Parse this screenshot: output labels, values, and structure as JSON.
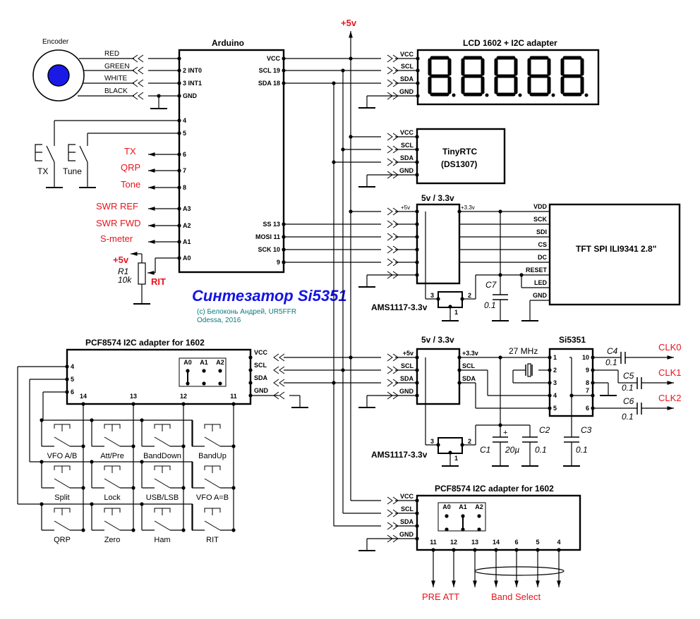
{
  "schematic_title": "Синтезатор Si5351",
  "credit": {
    "line1": "(c) Белоконь Андрей, UR5FFR",
    "line2": "Odessa, 2016"
  },
  "power_rail": "+5v",
  "encoder": {
    "title": "Encoder",
    "wires": [
      "RED",
      "GREEN",
      "WHITE",
      "BLACK"
    ]
  },
  "arduino": {
    "title": "Arduino",
    "left_pins": [
      "2 INT0",
      "3 INT1",
      "GND",
      "4",
      "5",
      "6",
      "7",
      "8",
      "A3",
      "A2",
      "A1",
      "A0"
    ],
    "right_pins": [
      "VCC",
      "SCL 19",
      "SDA 18",
      "SS 13",
      "MOSI 11",
      "SCK 10",
      "9"
    ]
  },
  "buttons": {
    "tx": "TX",
    "tune": "Tune"
  },
  "outputs": {
    "tx": "TX",
    "qrp": "QRP",
    "tone": "Tone",
    "swr_ref": "SWR REF",
    "swr_fwd": "SWR FWD",
    "smeter": "S-meter"
  },
  "rit_pot": {
    "supply": "+5v",
    "ref": "R1",
    "value": "10k",
    "label": "RIT"
  },
  "lcd": {
    "title": "LCD 1602 + I2C adapter",
    "pins": [
      "VCC",
      "SCL",
      "SDA",
      "GND"
    ],
    "digits": 5
  },
  "rtc": {
    "line1": "TinyRTC",
    "line2": "(DS1307)",
    "pins": [
      "VCC",
      "SCL",
      "SDA",
      "GND"
    ]
  },
  "level_shifter_1": {
    "title": "5v / 3.3v",
    "in_label": "+5v",
    "out_label": "+3.3v",
    "regulator": "AMS1117-3.3v",
    "reg_pins": [
      "3",
      "2",
      "1"
    ]
  },
  "tft": {
    "title": "TFT SPI ILI9341 2.8\"",
    "pins": [
      "VDD",
      "SCK",
      "SDI",
      "CS",
      "DC",
      "RESET",
      "LED",
      "GND"
    ]
  },
  "c7": {
    "ref": "C7",
    "value": "0.1"
  },
  "level_shifter_2": {
    "title": "5v / 3.3v",
    "in_pins": [
      "+5v",
      "SCL",
      "SDA",
      "GND"
    ],
    "out_pins": [
      "+3.3v",
      "SCL",
      "SDA"
    ],
    "regulator": "AMS1117-3.3v",
    "reg_pins": [
      "3",
      "2",
      "1"
    ]
  },
  "si5351": {
    "title": "Si5351",
    "crystal": "27 MHz",
    "left_pins": [
      "1",
      "2",
      "3",
      "4",
      "5"
    ],
    "right_pins": [
      "10",
      "9",
      "8",
      "7",
      "6"
    ],
    "outputs": [
      "CLK0",
      "CLK1",
      "CLK2"
    ]
  },
  "caps": [
    {
      "ref": "C1",
      "value": "20µ"
    },
    {
      "ref": "C2",
      "value": "0.1"
    },
    {
      "ref": "C3",
      "value": "0.1"
    },
    {
      "ref": "C4",
      "value": "0.1"
    },
    {
      "ref": "C5",
      "value": "0.1"
    },
    {
      "ref": "C6",
      "value": "0.1"
    }
  ],
  "pcf_keypad": {
    "title": "PCF8574 I2C adapter for 1602",
    "pins": [
      "VCC",
      "SCL",
      "SDA",
      "GND"
    ],
    "left_pins": [
      "4",
      "5",
      "6"
    ],
    "bottom_pins": [
      "14",
      "13",
      "12",
      "11"
    ],
    "jumpers": [
      "A0",
      "A1",
      "A2"
    ],
    "keys": [
      [
        "VFO A/B",
        "Att/Pre",
        "BandDown",
        "BandUp"
      ],
      [
        "Split",
        "Lock",
        "USB/LSB",
        "VFO A=B"
      ],
      [
        "QRP",
        "Zero",
        "Ham",
        "RIT"
      ]
    ]
  },
  "pcf_band": {
    "title": "PCF8574 I2C adapter for 1602",
    "pins": [
      "VCC",
      "SCL",
      "SDA",
      "GND"
    ],
    "jumpers": [
      "A0",
      "A1",
      "A2"
    ],
    "bottom_pins": [
      "11",
      "12",
      "13",
      "14",
      "6",
      "5",
      "4"
    ],
    "out_labels": {
      "pre_att": "PRE ATT",
      "band_select": "Band Select"
    }
  }
}
